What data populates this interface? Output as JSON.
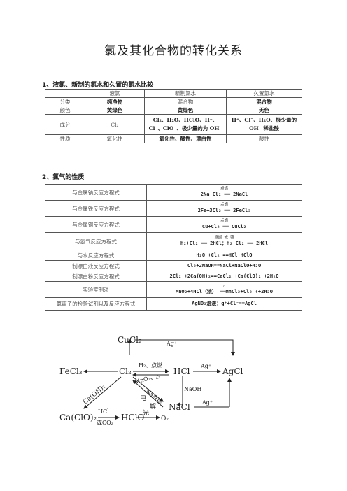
{
  "page_marks": {
    "top": ".",
    "bottom": ".."
  },
  "title": "氯及其化合物的转化关系",
  "section1": {
    "heading": "1、液氯、新制的氯水和久置的氯水比较",
    "headers": [
      "",
      "液氯",
      "新制氯水",
      "久置氯水"
    ],
    "rows": [
      [
        "分类",
        "纯净物",
        "混合物",
        "混合物"
      ],
      [
        "颜色",
        "黄绿色",
        "黄绿色",
        "无色"
      ],
      [
        "成分",
        "Cl₂",
        "Cl₂、H₂O、HClO、H⁺、Cl⁻、ClO⁻、极少量的为 OH⁻",
        "H⁺、Cl⁻、H₂O、极少量的 OH⁻ 稀盐酸"
      ],
      [
        "性质",
        "氧化性",
        "氧化性、酸性、漂白性",
        "酸性"
      ]
    ]
  },
  "section2": {
    "heading": "2、氯气的性质",
    "rows": [
      {
        "label": "与金属钠反应方程式",
        "eq": "2Na+Cl₂ ══ 2NaCl",
        "cond": "点燃"
      },
      {
        "label": "与金属铁反应方程式",
        "eq": "2Fe+3Cl₂ ══ 2FeCl₃",
        "cond": "点燃"
      },
      {
        "label": "与金属铜反应方程式",
        "eq": "Cu+Cl₂ ══ CuCl₂",
        "cond": "点燃"
      },
      {
        "label": "与氢气反应方程式",
        "eq": "H₂+Cl₂ ══ 2HCl；H₂+Cl₂ ══ 2HCl",
        "cond": "点燃            光 照"
      },
      {
        "label": "与水反应方程式",
        "eq": "H₂O +Cl₂ ==HCl+HClO",
        "cond": ""
      },
      {
        "label": "制漂白液反应方程式",
        "eq": "Cl₂+2NaOH==NaCl+NaClO+H₂O",
        "cond": ""
      },
      {
        "label": "制漂白粉反应方程式",
        "eq": "2Cl₂ +2Ca(OH)₂==CaCl₂ +Ca(ClO)₂ +2H₂O",
        "cond": ""
      },
      {
        "label": "实验室制法",
        "eq": "MnO₂+4HCl（浓） ══MnCl₂+Cl₂ ↑+2H₂O",
        "cond": "△"
      },
      {
        "label": "氯离子的检验试剂以及反应方程式",
        "eq": "AgNO₃溶液：g⁺+Cl⁻==AgCl",
        "cond": ""
      }
    ]
  },
  "diagram": {
    "nodes": {
      "CuCl2": "CuCl₂",
      "Ag1": "Ag⁺",
      "FeCl3": "FeCl₃",
      "Cl2": "Cl₂",
      "HCl": "HCl",
      "AgCl": "AgCl",
      "CaOH2": "Ca(OH)₂",
      "CaClO2": "Ca(ClO)₂",
      "HClO": "HClO",
      "NaCl": "NaCl",
      "O2": "O₂"
    },
    "labels": {
      "h2": "H₂、点燃",
      "ag2": "Ag⁺",
      "mno2": "MnO₂、△",
      "na": "Na点燃",
      "naoh": "NaOH",
      "dian": "电",
      "jie": "解",
      "ag3": "Ag⁺",
      "hcl2": "HCl",
      "co2": "或CO₂",
      "guang": "光"
    }
  }
}
